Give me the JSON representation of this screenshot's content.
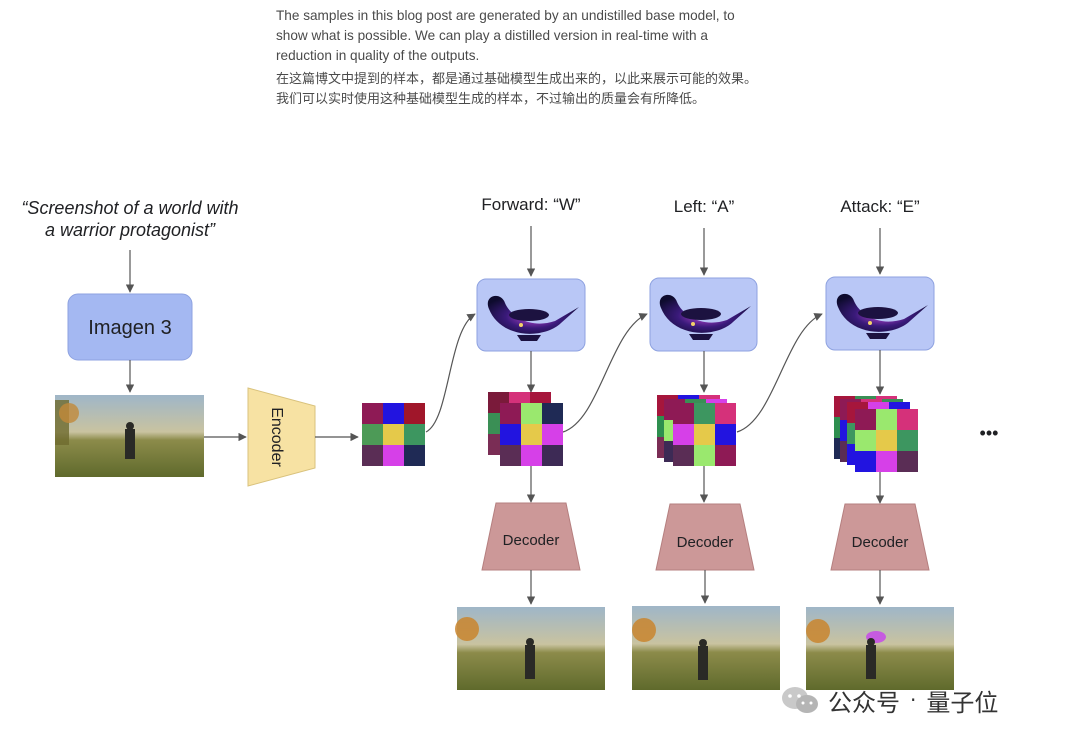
{
  "intro": {
    "en": "The samples in this blog post are generated by an undistilled base model, to show what is possible. We can play a distilled version in real-time with a reduction in quality of the outputs.",
    "zh": "在这篇博文中提到的样本，都是通过基础模型生成出来的，以此来展示可能的效果。我们可以实时使用这种基础模型生成的样本，不过输出的质量会有所降低。"
  },
  "diagram": {
    "prompt_line1": "“Screenshot of a world with",
    "prompt_line2": "a warrior protagonist”",
    "imagen_label": "Imagen 3",
    "encoder_label": "Encoder",
    "actions": [
      "Forward: “W”",
      "Left: “A”",
      "Attack: “E”"
    ],
    "decoder_label": "Decoder",
    "ellipsis": "•••"
  },
  "watermark": {
    "left": "公众号",
    "sep": "·",
    "right": "量子位"
  },
  "colors": {
    "imagen_fill": "#a4b8f2",
    "model_box_fill": "#b9c7f6",
    "encoder_fill": "#f7e2a3",
    "decoder_fill": "#cc9898",
    "arrow": "#555555",
    "text": "#202124"
  }
}
